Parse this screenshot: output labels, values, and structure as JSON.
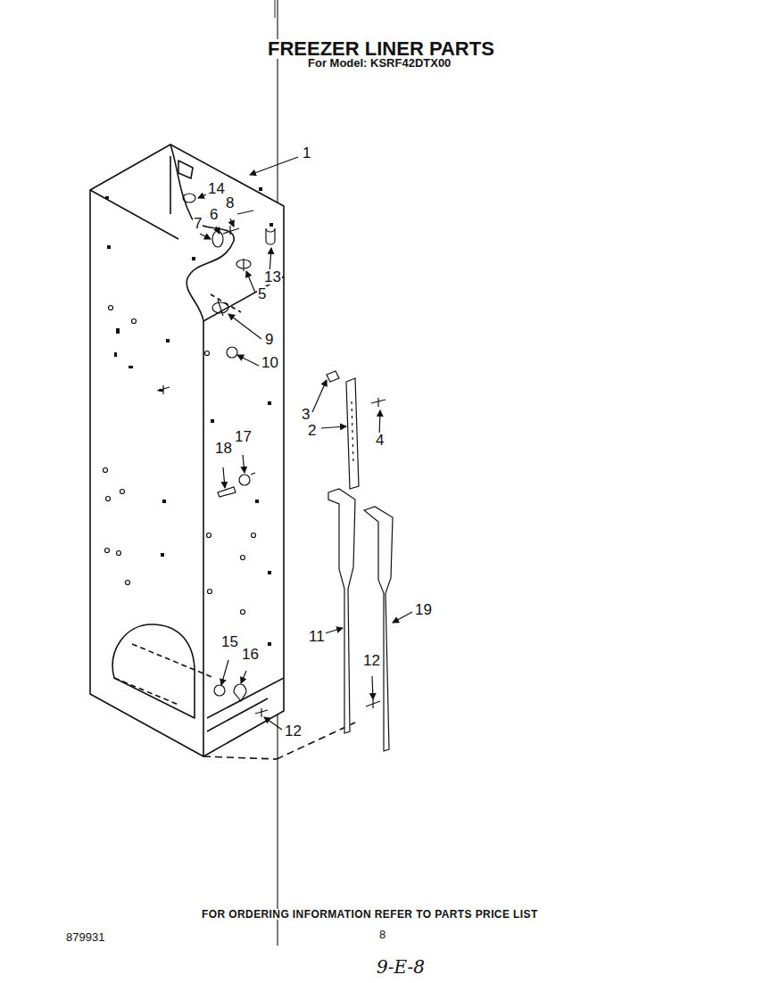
{
  "diagram": {
    "title": "FREEZER LINER PARTS",
    "labels": [
      "For Model: KSRF42DTX00",
      "1",
      "14",
      "8",
      "6",
      "7",
      "13",
      "5",
      "9",
      "10",
      "3",
      "4",
      "2",
      "18",
      "17",
      "19",
      "11",
      "12",
      "15",
      "16",
      "12",
      "FOR ORDERING INFORMATION REFER TO PARTS PRICE LIST",
      "879931",
      "8",
      "9-E-8"
    ]
  }
}
